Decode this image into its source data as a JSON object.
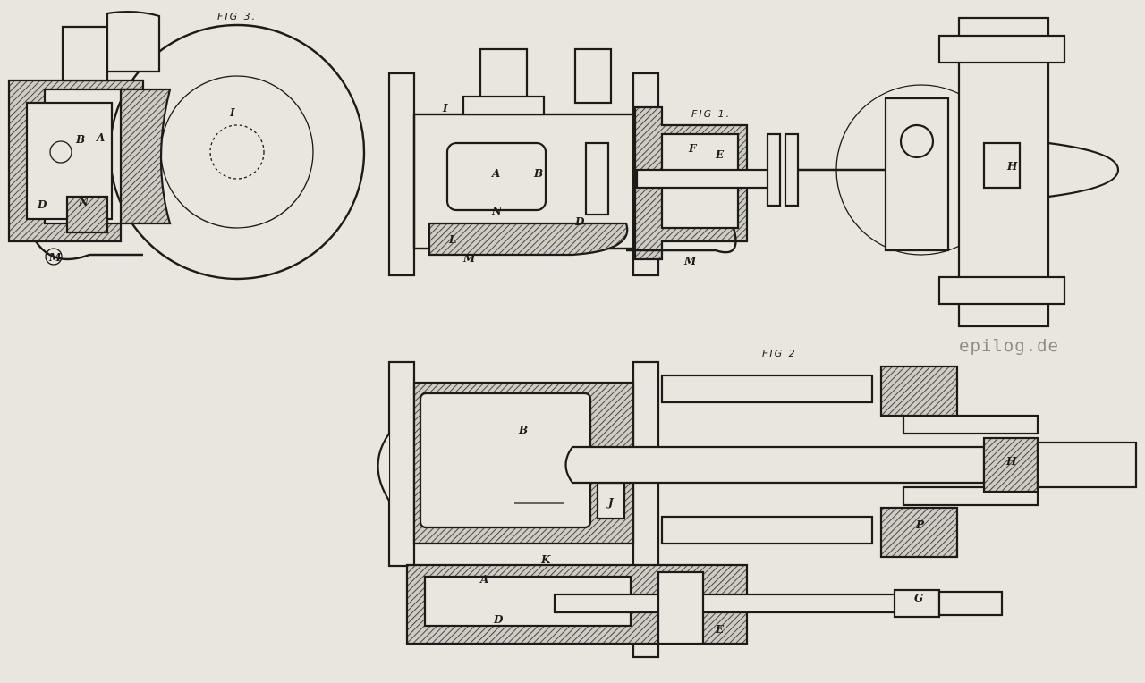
{
  "watermark": "epilog.de",
  "fig3": {
    "caption": "FIG 3.",
    "labels": [
      "I",
      "B",
      "A",
      "D",
      "N",
      "M"
    ]
  },
  "fig1": {
    "caption": "FIG 1.",
    "labels": [
      "I",
      "A",
      "B",
      "N",
      "D",
      "L",
      "M",
      "F",
      "E",
      "M",
      "H"
    ]
  },
  "fig2": {
    "caption": "FIG 2",
    "labels": [
      "B",
      "J",
      "A",
      "K",
      "D",
      "E",
      "H",
      "P",
      "G"
    ]
  }
}
